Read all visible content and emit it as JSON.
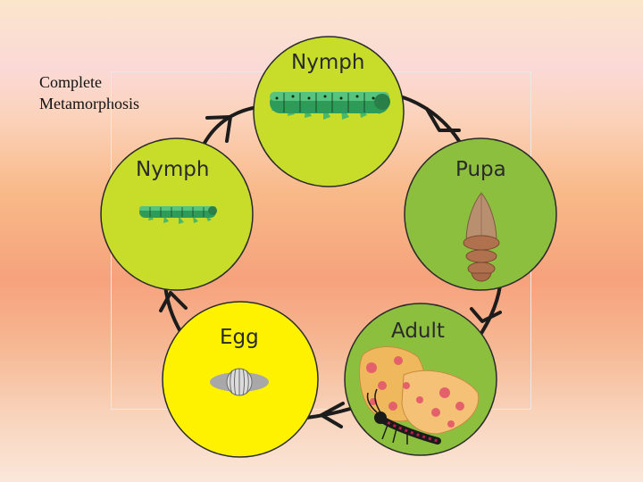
{
  "slide": {
    "title_line1": "Complete",
    "title_line2": "Metamorphosis"
  },
  "stages": {
    "nymph_top": "Nymph",
    "nymph_left": "Nymph",
    "pupa": "Pupa",
    "adult": "Adult",
    "egg": "Egg"
  },
  "colors": {
    "circle_lime": "#c7dd2a",
    "circle_green": "#8dbf3f",
    "circle_yellow": "#fff200",
    "arrow": "#1c1c1c"
  }
}
